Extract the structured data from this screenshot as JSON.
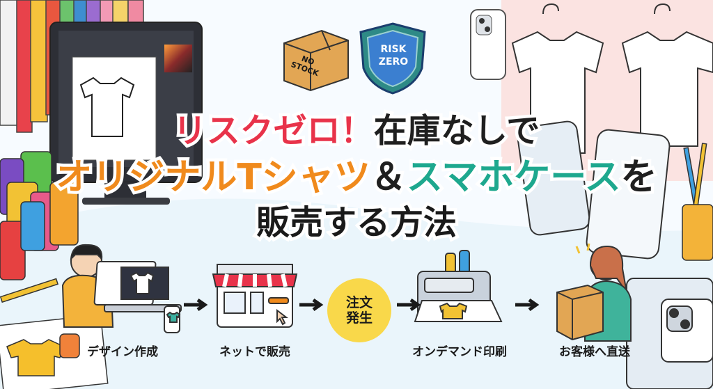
{
  "badges": {
    "no_stock": "NO\nSTOCK",
    "no_stock_line1": "NO",
    "no_stock_line2": "STOCK",
    "risk_zero_line1": "RISK",
    "risk_zero_line2": "ZERO"
  },
  "headline": {
    "line1_highlight": "リスクゼロ！",
    "line1_rest": "在庫なしで",
    "line2_part1": "オリジナルTシャツ",
    "line2_amp": "＆",
    "line2_part2": "スマホケース",
    "line2_rest": "を",
    "line3": "販売する方法"
  },
  "flow": {
    "step1": "デザイン作成",
    "step2": "ネットで販売",
    "order_line1": "注文",
    "order_line2": "発生",
    "step3": "オンデマンド印刷",
    "step4": "お客様へ直送"
  },
  "colors": {
    "accent_red": "#e8334a",
    "accent_orange": "#f08a1c",
    "accent_teal": "#1ea88e",
    "order_yellow": "#f9d84a"
  }
}
